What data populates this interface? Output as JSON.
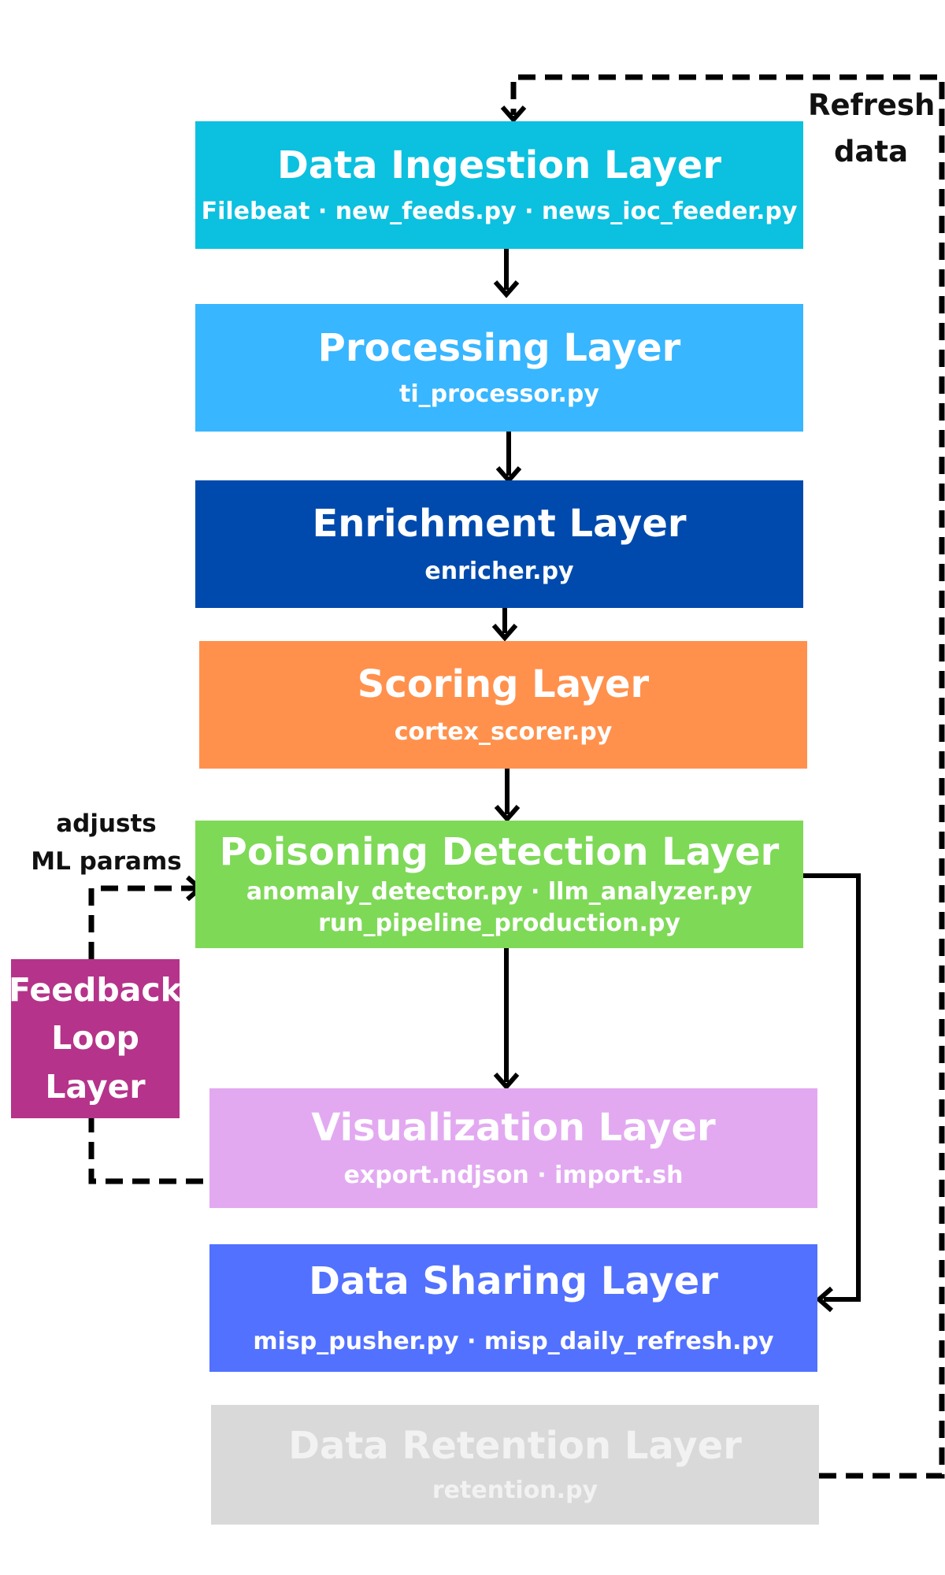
{
  "layers": [
    {
      "title": "Data Ingestion Layer",
      "subtitle": "Filebeat · new_feeds.py · news_ioc_feeder.py",
      "color": "#0cc0df",
      "text_color": "#ffffff"
    },
    {
      "title": "Processing Layer",
      "subtitle": "ti_processor.py",
      "color": "#38b6ff",
      "text_color": "#ffffff"
    },
    {
      "title": "Enrichment Layer",
      "subtitle": "enricher.py",
      "color": "#004aad",
      "text_color": "#ffffff"
    },
    {
      "title": "Scoring Layer",
      "subtitle": "cortex_scorer.py",
      "color": "#ff914d",
      "text_color": "#ffffff"
    },
    {
      "title": "Poisoning Detection Layer",
      "subtitle": "anomaly_detector.py · llm_analyzer.py",
      "subtitle2": "run_pipeline_production.py",
      "color": "#7ed957",
      "text_color": "#ffffff"
    },
    {
      "title": "Visualization Layer",
      "subtitle": "export.ndjson · import.sh",
      "color": "#e2a9f1",
      "text_color": "#ffffff"
    },
    {
      "title": "Data Sharing Layer",
      "subtitle": "misp_pusher.py · misp_daily_refresh.py",
      "color": "#5271ff",
      "text_color": "#ffffff"
    },
    {
      "title": "Data Retention Layer",
      "subtitle": "retention.py",
      "color": "#d9d9d9",
      "text_color": "#f2f2f2"
    }
  ],
  "feedback": {
    "line1": "Feedback",
    "line2": "Loop",
    "line3": "Layer",
    "color": "#b5338a"
  },
  "labels": {
    "refresh_line1": "Refresh",
    "refresh_line2": "data",
    "adjusts_line1": "adjusts",
    "adjusts_line2": "ML params"
  }
}
